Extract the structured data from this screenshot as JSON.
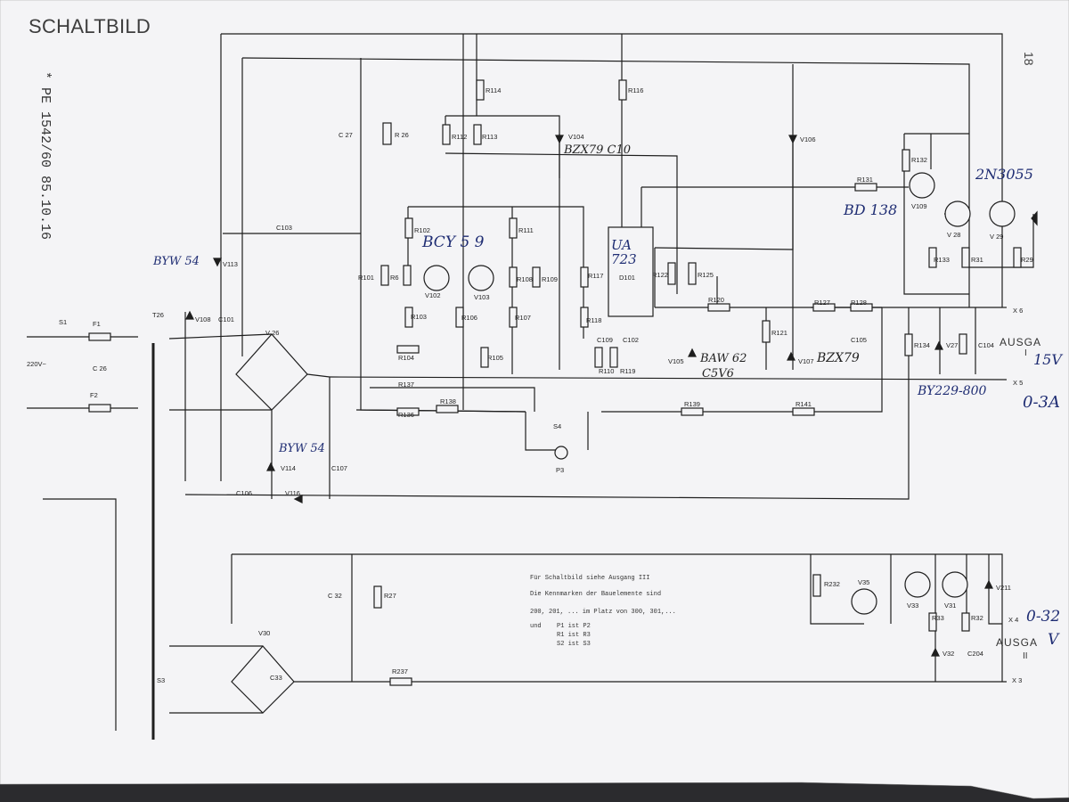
{
  "header": {
    "title": "SCHALTBILD",
    "doc_ref": "* PE 1542/60   85.10.16",
    "page_number": "18"
  },
  "components": {
    "s1": "S1",
    "f1": "F1",
    "f2": "F2",
    "c26": "C 26",
    "t26": "T26",
    "v26": "V 26",
    "v108": "V108",
    "c101": "C101",
    "v113": "V113",
    "c103": "C103",
    "c27": "C 27",
    "r26": "R 26",
    "r114": "R114",
    "r116": "R116",
    "r112": "R112",
    "r113": "R113",
    "v104": "V104",
    "v106": "V106",
    "r132": "R132",
    "r131": "R131",
    "v109": "V109",
    "v28": "V 28",
    "v29": "V 29",
    "r102": "R102",
    "r111": "R111",
    "r101": "R101",
    "r6": "R6",
    "v102": "V102",
    "v103": "V103",
    "r108": "R108",
    "r109": "R109",
    "r117": "R117",
    "d101": "D101",
    "r122": "R122",
    "r125": "R125",
    "r133": "R133",
    "r31": "R31",
    "r29": "R29",
    "r103": "R103",
    "r106": "R106",
    "r107": "R107",
    "r118": "R118",
    "c109": "C109",
    "c102": "C102",
    "r120": "R120",
    "r121": "R121",
    "r127": "R127",
    "r128": "R128",
    "c105": "C105",
    "x6": "X 6",
    "r134": "R134",
    "v27": "V27",
    "c104": "C104",
    "r104": "R104",
    "r105": "R105",
    "r110": "R110",
    "r119": "R119",
    "v105": "V105",
    "v107": "V107",
    "x5": "X 5",
    "r137": "R137",
    "r136": "R136",
    "r138": "R138",
    "r139": "R139",
    "r141": "R141",
    "s4": "S4",
    "p3": "P3",
    "v114": "V114",
    "c107": "C107",
    "c106": "C106",
    "v116": "V116",
    "r232": "R232",
    "v35": "V35",
    "v211": "V211",
    "v33": "V33",
    "v31": "V31",
    "r33": "R33",
    "r32": "R32",
    "x4": "X 4",
    "c32": "C 32",
    "r27": "R27",
    "v30": "V30",
    "c33": "C33",
    "r237": "R237",
    "v32": "V32",
    "c204": "C204",
    "x3": "X 3",
    "s3": "S3",
    "v220": "220V~",
    "ausga1": "AUSGA",
    "ausga1_num": "I",
    "ausga2": "AUSGA",
    "ausga2_num": "II"
  },
  "handwritten": {
    "byw54_top": "BYW 54",
    "byw54_bottom": "BYW 54",
    "bcy59": "BCY 5 9",
    "ua723": "UA 723",
    "bzx79c10": "BZX79 C10",
    "bd138": "BD 138",
    "n3055": "2N3055",
    "baw62": "BAW 62",
    "c5v6": "C5V6",
    "bzx79": "BZX79",
    "by229": "BY229-800",
    "v15": "15V",
    "a03": "0-3A",
    "v032": "0-32",
    "vv": "V"
  },
  "note": {
    "line1": "Für Schaltbild siehe Ausgang III",
    "line2": "Die Kennmarken der Bauelemente sind",
    "line3": "200, 201, ...    im Platz von   300, 301,...",
    "line4a": "und",
    "line4b": "P1    ist    P2",
    "line5": "R1    ist    R3",
    "line6": "S2    ist    S3"
  },
  "colors": {
    "paper": "#f5f5f6",
    "ink": "#1e1e1e",
    "handwriting": "#1f2d73",
    "background": "#2b2b2e"
  }
}
